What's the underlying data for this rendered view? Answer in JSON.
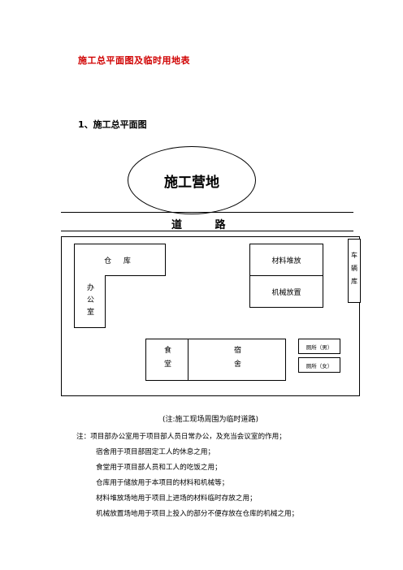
{
  "title": "施工总平面图及临时用地表",
  "section_heading": "1、施工总平面图",
  "site_plan": {
    "camp": "施工营地",
    "road": "道 路",
    "warehouse": "仓 库",
    "office": "办公室",
    "material_yard": "材料堆放",
    "machinery_yard": "机械放置",
    "parking": "车辆库",
    "canteen": "食堂",
    "dormitory": "宿舍",
    "toilet_male": "厕所（男）",
    "toilet_female": "厕所（女）"
  },
  "road_note": "(注:施工现场周围为临时道路)",
  "notes": [
    "注：项目部办公室用于项目部人员日常办公，及充当会议室的作用；",
    "宿舍用于项目部固定工人的休息之用；",
    "食堂用于项目部人员和工人的吃饭之用；",
    "仓库用于储放用于本项目的材料和机械等；",
    "材料堆放场地用于项目上进场的材料临时存放之用；",
    "机械放置场地用于项目上投入的部分不便存放在仓库的机械之用；"
  ]
}
